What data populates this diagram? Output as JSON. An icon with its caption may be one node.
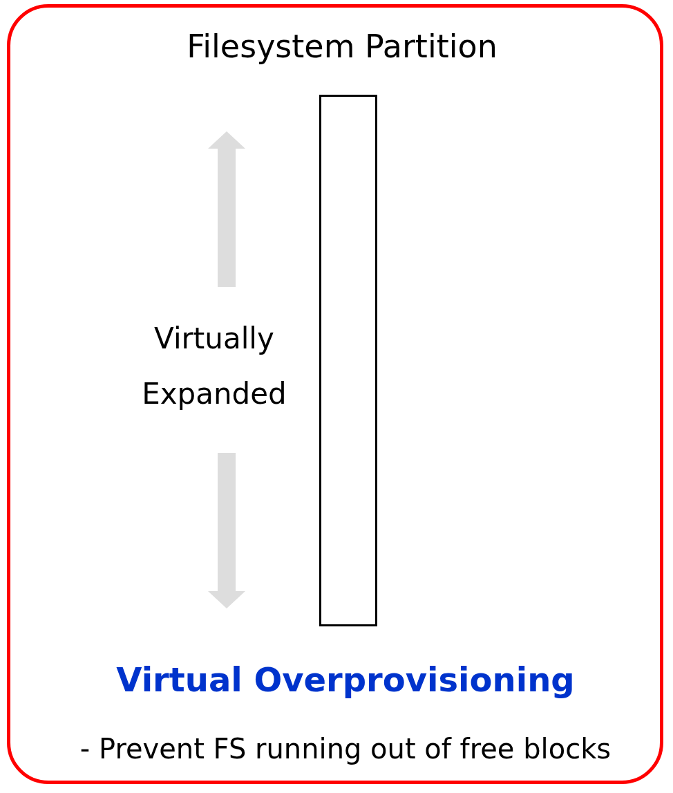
{
  "diagram": {
    "nodes": [
      {
        "text": [
          "Filesystem Partition"
        ]
      }
    ],
    "edges": [],
    "labels": [
      "Virtually Expanded",
      "Virtual Overprovisioning",
      "- Prevent FS running out of free blocks"
    ]
  }
}
